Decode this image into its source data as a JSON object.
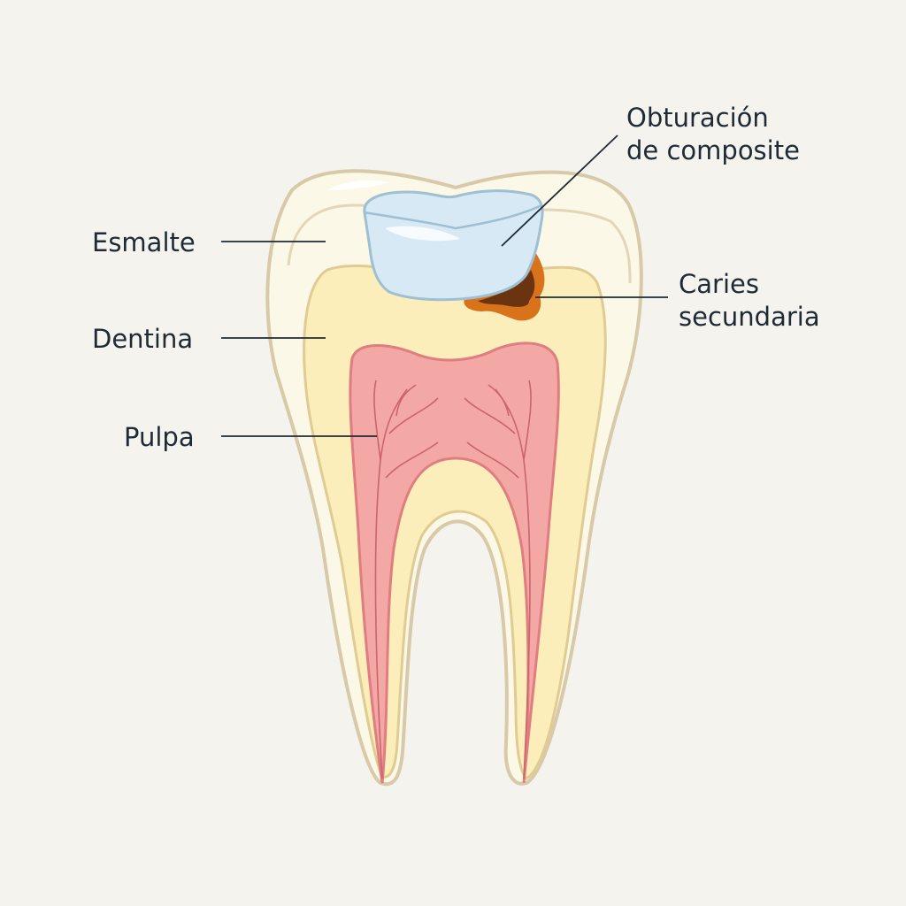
{
  "labels": {
    "enamel": "Esmalte",
    "dentin": "Dentina",
    "pulp": "Pulpa",
    "filling_line1": "Obturación",
    "filling_line2": "de composite",
    "caries_line1": "Caries",
    "caries_line2": "secundaria"
  },
  "colors": {
    "background": "#f4f3ee",
    "enamel": "#fbf8e8",
    "outline": "#d8c9a8",
    "dentin": "#fbeebb",
    "pulp": "#f3a8a6",
    "pulp_outline": "#e07d80",
    "filling": "#d6e9f4",
    "caries_outer": "#d8731c",
    "caries_inner": "#6b3410",
    "text": "#1e2b36"
  }
}
